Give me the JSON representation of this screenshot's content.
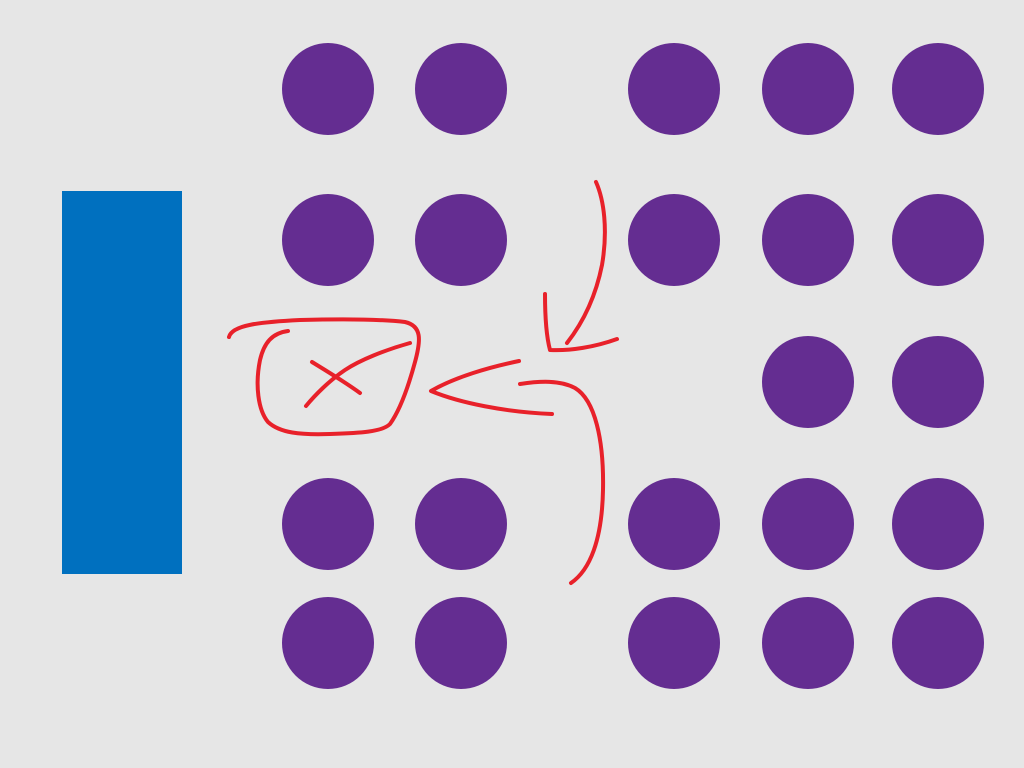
{
  "colors": {
    "background": "#e6e6e6",
    "bar": "#0070bf",
    "dot": "#642d91",
    "annotation": "#e8212a"
  },
  "dot_grid": {
    "rows": [
      {
        "name": "row-1",
        "dots": [
          true,
          true,
          false,
          true,
          true,
          true
        ]
      },
      {
        "name": "row-2",
        "dots": [
          true,
          true,
          false,
          true,
          true,
          true
        ]
      },
      {
        "name": "row-3",
        "dots": [
          false,
          false,
          false,
          false,
          true,
          true
        ]
      },
      {
        "name": "row-4",
        "dots": [
          true,
          true,
          false,
          true,
          true,
          true
        ]
      },
      {
        "name": "row-5",
        "dots": [
          true,
          true,
          false,
          true,
          true,
          true
        ]
      }
    ]
  },
  "annotation": {
    "mark": "x",
    "description_icons": [
      "circled-x-icon",
      "curved-arrow-down-icon",
      "curved-arrow-left-icon"
    ]
  }
}
